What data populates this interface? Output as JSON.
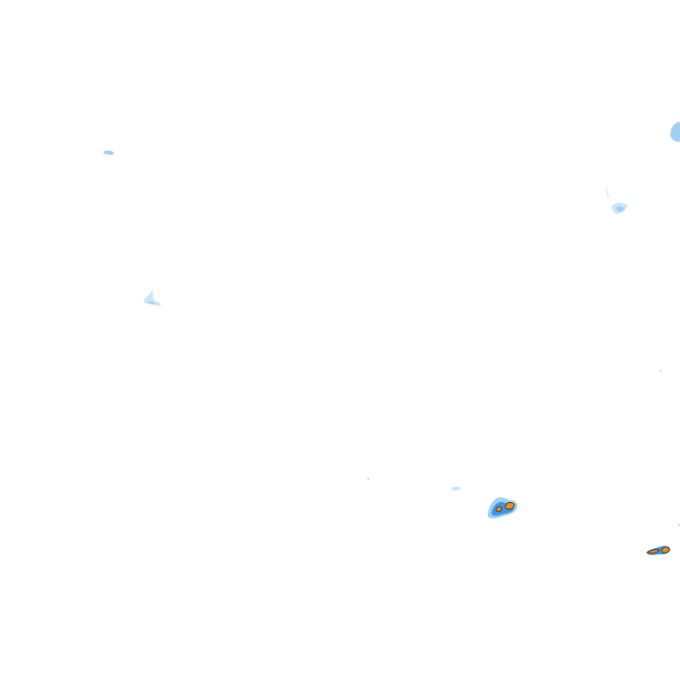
{
  "layer": {
    "background": "#ffffff",
    "intensity_colors": {
      "very_light": "#c9e6fb",
      "light": "#9fd0f6",
      "moderate": "#3d97e8",
      "dark_blue": "#1f5fc0",
      "orange": "#f28a1e",
      "outline": "#4a3a1a"
    },
    "cells": [
      {
        "name": "precip-cell-far-right-edge",
        "intensity": "light"
      },
      {
        "name": "precip-cell-left-upper-speck",
        "intensity": "light"
      },
      {
        "name": "precip-cell-right-upper-cluster",
        "intensity": "light"
      },
      {
        "name": "precip-cell-left-middle-streak",
        "intensity": "light"
      },
      {
        "name": "precip-cell-small-center-bottom",
        "intensity": "light"
      },
      {
        "name": "precip-cell-strong-center",
        "intensity": "orange"
      },
      {
        "name": "precip-cell-strong-right-bottom",
        "intensity": "orange"
      }
    ]
  }
}
